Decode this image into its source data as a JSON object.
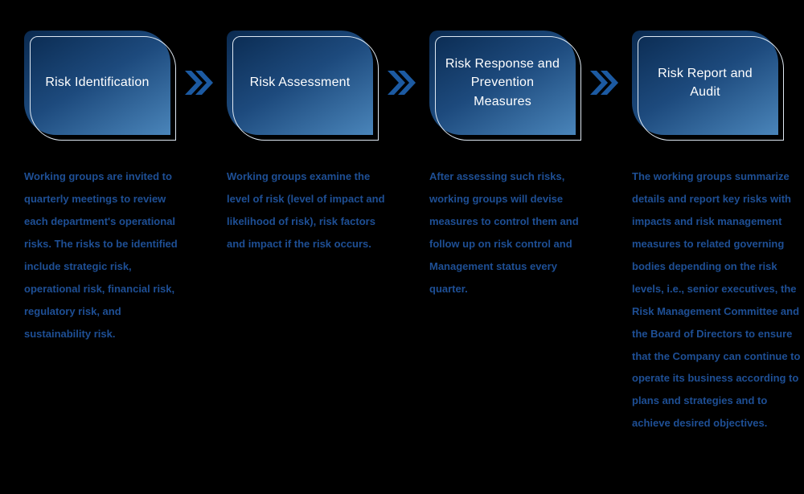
{
  "steps": [
    {
      "title": "Risk Identification",
      "description": "Working groups are invited to quarterly meetings to review each department's operational risks. The risks to be identified include strategic risk, operational risk, financial risk, regulatory risk, and sustainability risk."
    },
    {
      "title": "Risk Assessment",
      "description": "Working groups examine the level of risk (level of impact and likelihood of risk), risk factors and impact if the risk occurs."
    },
    {
      "title": "Risk Response and Prevention Measures",
      "description": "After assessing such risks, working groups will devise measures to control them and follow up on risk control and Management status every quarter."
    },
    {
      "title": "Risk Report and Audit",
      "description": "The working groups summarize details and report key risks with impacts and risk management measures to related governing bodies depending on the risk levels, i.e., senior executives, the Risk Management Committee and the Board of Directors to ensure that the Company can continue to operate its business according to plans and strategies and to achieve desired objectives."
    }
  ],
  "colors": {
    "background": "#000000",
    "box_gradient_start": "#0a2a50",
    "box_gradient_end": "#4a85ba",
    "box_outline": "#dfe9f3",
    "chevron": "#1c5aa2",
    "title_text": "#ffffff",
    "description_text": "#1e4f95"
  }
}
